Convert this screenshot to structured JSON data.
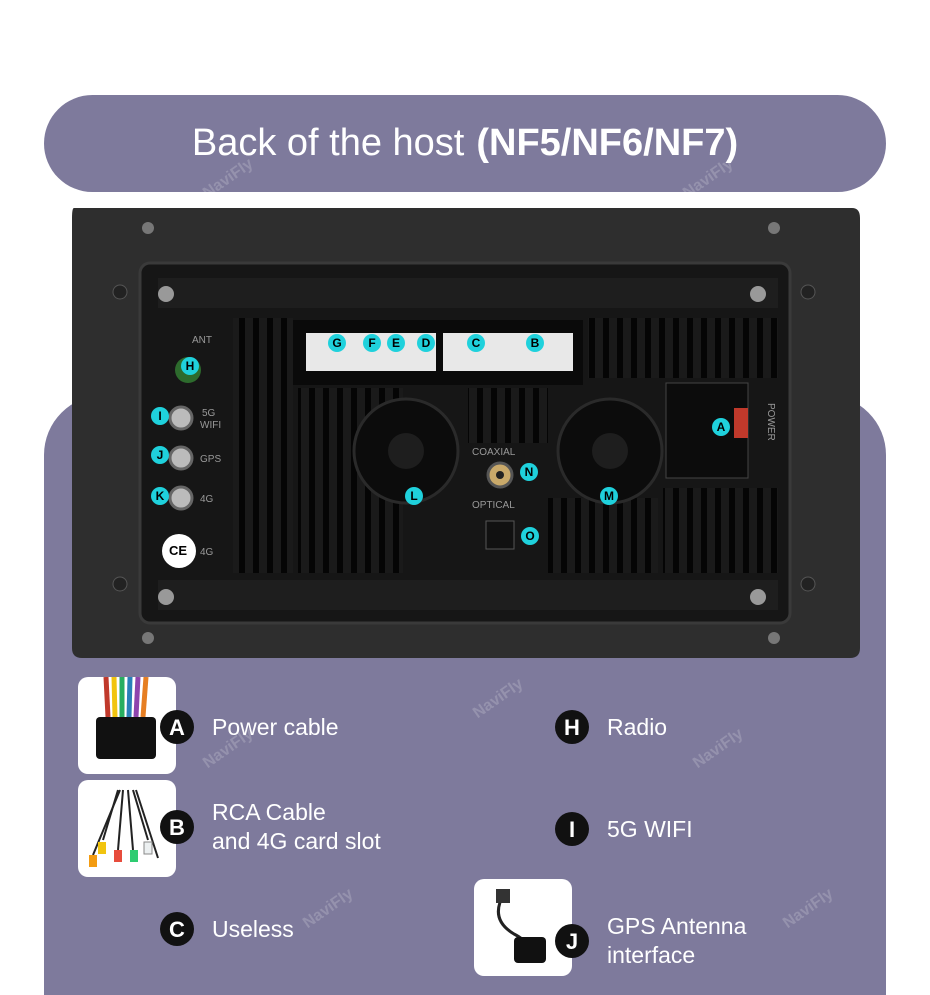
{
  "banner": {
    "title_light": "Back of the host",
    "title_bold": "(NF5/NF6/NF7)"
  },
  "unit": {
    "port_labels": {
      "ant": "ANT",
      "wifi_1": "5G",
      "wifi_2": "WIFI",
      "gps": "GPS",
      "g4a": "4G",
      "g4b": "4G",
      "coaxial": "COAXIAL",
      "optical": "OPTICAL",
      "power": "POWER",
      "ce": "CE"
    },
    "markers": [
      "G",
      "F",
      "E",
      "D",
      "C",
      "B",
      "H",
      "I",
      "J",
      "K",
      "A",
      "N",
      "L",
      "M",
      "O"
    ]
  },
  "legend": [
    {
      "letter": "A",
      "line1": "Power cable",
      "line2": ""
    },
    {
      "letter": "B",
      "line1": "RCA Cable",
      "line2": "and 4G card slot"
    },
    {
      "letter": "C",
      "line1": "Useless",
      "line2": ""
    },
    {
      "letter": "H",
      "line1": "Radio",
      "line2": ""
    },
    {
      "letter": "I",
      "line1": "5G WIFI",
      "line2": ""
    },
    {
      "letter": "J",
      "line1": "GPS Antenna",
      "line2": "interface"
    }
  ],
  "watermark": "NaviFly",
  "colors": {
    "banner": "#7e7a9c",
    "marker": "#1fd1dc",
    "badge": "#111111"
  }
}
